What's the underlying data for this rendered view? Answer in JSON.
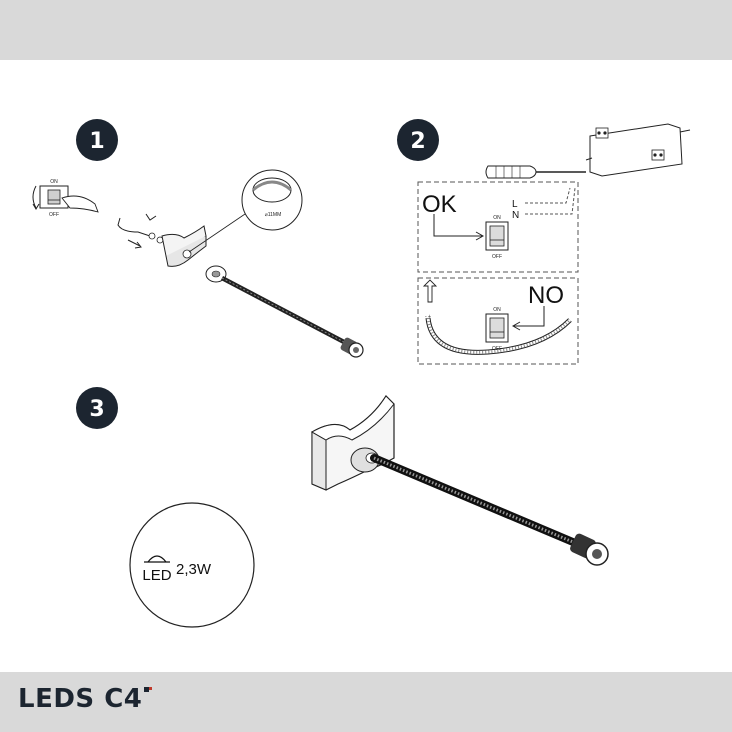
{
  "steps": {
    "one": "1",
    "two": "2",
    "three": "3"
  },
  "step1": {
    "switch_on": "ON",
    "switch_off": "OFF",
    "hole_size": "⌀11MM"
  },
  "step2": {
    "ok_label": "OK",
    "no_label": "NO",
    "wire_l": "L",
    "wire_n": "N",
    "switch_on": "ON",
    "switch_off": "OFF"
  },
  "step3": {
    "led_label": "LED",
    "wattage": "2,3W"
  },
  "footer": {
    "brand": "LEDS C4"
  },
  "colors": {
    "band": "#d9d9d9",
    "badge": "#1c2530",
    "brand_accent": "#c0392b"
  }
}
